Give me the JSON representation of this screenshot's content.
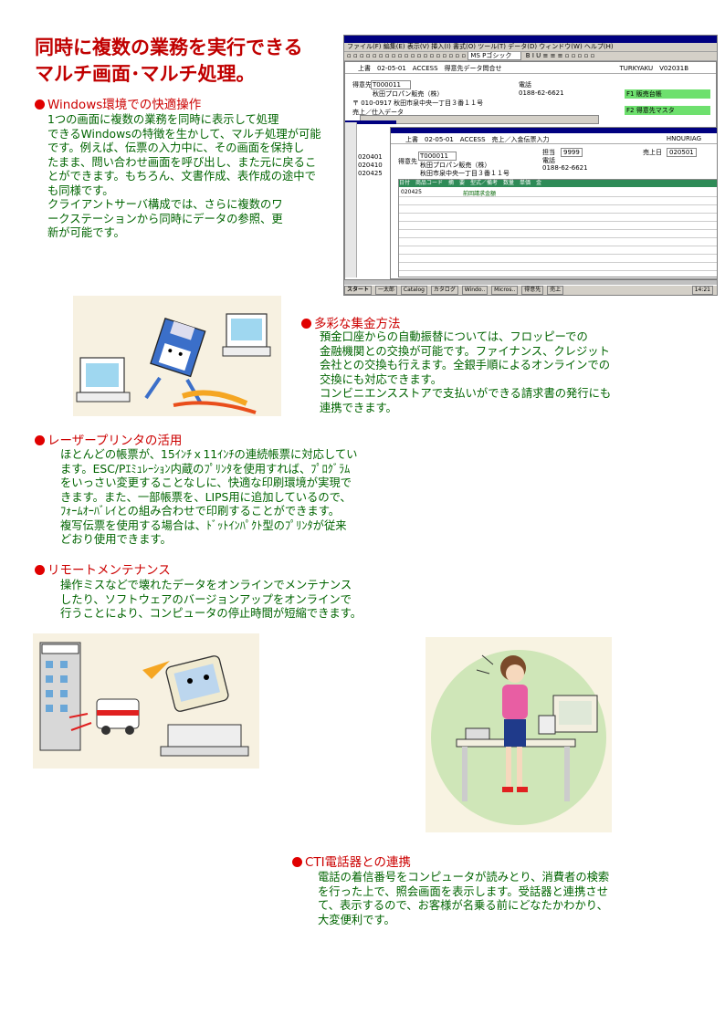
{
  "title": {
    "line1": "同時に複数の業務を実行できる",
    "line2": "マルチ画面･マルチ処理。"
  },
  "sections": [
    {
      "heading": "Windows環境での快適操作",
      "lines": [
        "1つの画面に複数の業務を同時に表示して処理",
        "できるWindowsの特徴を生かして、マルチ処理が可能",
        "です。例えば、伝票の入力中に、その画面を保持し",
        "たまま、問い合わせ画面を呼び出し、また元に戻るこ",
        "とができます。もちろん、文書作成、表作成の途中で",
        "も同様です。",
        "クライアントサーバ構成では、さらに複数のワ",
        "ークステーションから同時にデータの参照、更",
        "新が可能です。"
      ]
    },
    {
      "heading": "多彩な集金方法",
      "lines": [
        "預金口座からの自動振替については、フロッピーでの",
        "金融機関との交換が可能です。ファイナンス、クレジット",
        "会社との交換も行えます。全銀手順によるオンラインでの",
        "交換にも対応できます。",
        "コンビニエンスストアで支払いができる請求書の発行にも",
        "連携できます。"
      ]
    },
    {
      "heading": "レーザープリンタの活用",
      "lines": [
        "ほとんどの帳票が、15ｲﾝﾁｘ11ｲﾝﾁの連続帳票に対応してい",
        "ます。ESC/Pｴﾐｭﾚｰｼｮﾝ内蔵のﾌﾟﾘﾝﾀを使用すれば、ﾌﾟﾛｸﾞﾗﾑ",
        "をいっさい変更することなしに、快適な印刷環境が実現で",
        "きます。また、一部帳票を、LIPS用に追加しているので、",
        "ﾌｫｰﾑｵｰﾊﾞﾚｲとの組み合わせで印刷することができます。",
        "複写伝票を使用する場合は、ﾄﾞｯﾄｲﾝﾊﾟｸﾄ型のﾌﾟﾘﾝﾀが従来",
        "どおり使用できます。"
      ]
    },
    {
      "heading": "リモートメンテナンス",
      "lines": [
        "操作ミスなどで壊れたデータをオンラインでメンテナンス",
        "したり、ソフトウェアのバージョンアップをオンラインで",
        "行うことにより、コンピュータの停止時間が短縮できます。"
      ]
    },
    {
      "heading": "CTI電話器との連携",
      "lines": [
        "電話の着信番号をコンピュータが読みとり、消費者の検索",
        "を行った上で、照会画面を表示します。受話器と連携させ",
        "て、表示するので、お客様が名乗る前にどなたかわかり、",
        "大変便利です。"
      ]
    }
  ],
  "screenshot": {
    "menu": "ファイル(F)  編集(E)  表示(V)  挿入(I)  書式(O)  ツール(T)  データ(D)  ウィンドウ(W)  ヘルプ(H)",
    "font_box": "MS Pゴシック",
    "win1": {
      "bar": "上書　02-05-01　ACCESS　得意先データ問合せ",
      "code": "TURKYAKU　V02031B",
      "customer_label": "得意先",
      "customer_code": "T000011",
      "customer_name": "秋田プロパン販売（株）",
      "address": "〒 010-0917  秋田市泉中央一丁目３番１１号",
      "tel_label": "電話",
      "tel": "0188-62-6621",
      "box1": "F1  販売台帳",
      "box2": "F2  得意先マスタ",
      "sub": "売上／仕入データ"
    },
    "win2": {
      "bar": "上書　02-05-01　ACCESS　売上／入金伝票入力",
      "code": "HNOURIAG",
      "customer_label": "得意先",
      "customer_code": "T000011",
      "customer_name": "秋田プロパン販売（株）",
      "address": "秋田市泉中央一丁目３番１１号",
      "staff_label": "担当",
      "staff": "9999",
      "tel_label": "電話",
      "tel": "0188-62-6621",
      "sales_date_label": "売上日",
      "sales_date": "020501",
      "grid_header": "日付　商品コード　摘　要　型式／備考　数量　単価　金",
      "row1_date": "020425",
      "row1_text": "前回請求金額"
    },
    "left_dates": [
      "020401",
      "020410",
      "020425"
    ],
    "taskbar": [
      "スタート",
      "一太郎",
      "Catalog",
      "カタログ",
      "Windo..",
      "Micros..",
      "得意先",
      "売上"
    ],
    "clock": "14:21"
  }
}
